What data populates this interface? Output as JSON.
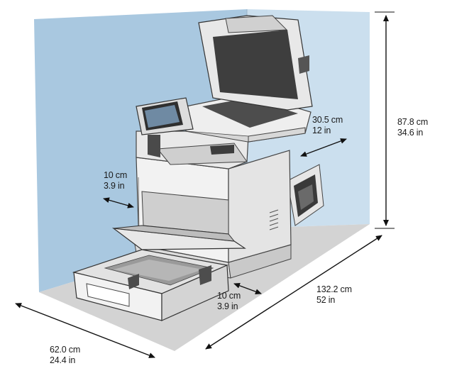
{
  "colors": {
    "wall_left": "#a9c8e0",
    "wall_back": "#cbdfee",
    "floor": "#d3d3d3",
    "printer_body": "#f2f2f2",
    "printer_dark": "#4a4a4a",
    "arrow": "#111111"
  },
  "dimensions": {
    "height": {
      "metric": "87.8 cm",
      "imperial": "34.6 in"
    },
    "right_clearance": {
      "metric": "30.5 cm",
      "imperial": "12 in"
    },
    "left_clearance": {
      "metric": "10 cm",
      "imperial": "3.9 in"
    },
    "rear_clearance": {
      "metric": "10 cm",
      "imperial": "3.9 in"
    },
    "total_width": {
      "metric": "132.2 cm",
      "imperial": "52 in"
    },
    "total_depth": {
      "metric": "62.0 cm",
      "imperial": "24.4 in"
    }
  }
}
